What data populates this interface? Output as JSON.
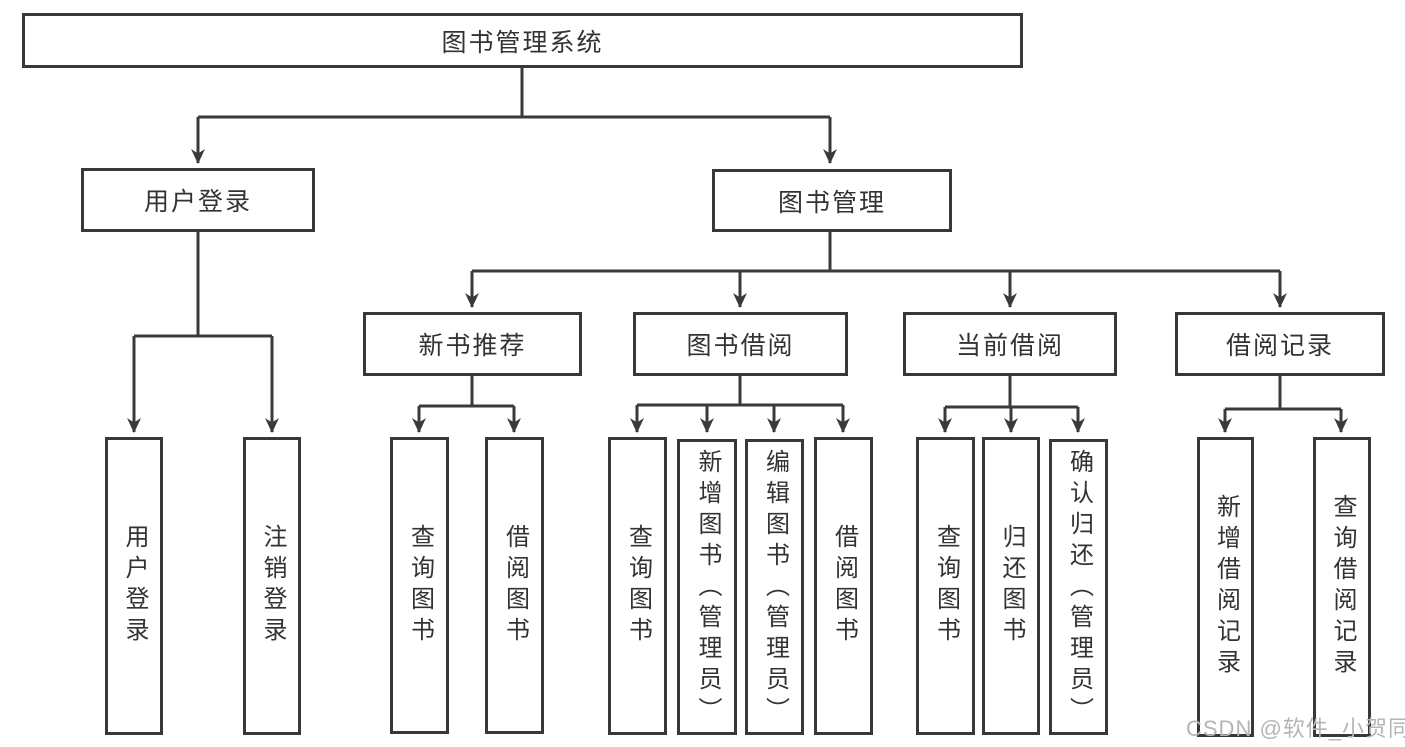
{
  "diagram": {
    "type": "tree",
    "root": {
      "label": "图书管理系统",
      "children": [
        {
          "label": "用户登录",
          "children": [
            {
              "label": "用户登录"
            },
            {
              "label": "注销登录"
            }
          ]
        },
        {
          "label": "图书管理",
          "children": [
            {
              "label": "新书推荐",
              "children": [
                {
                  "label": "查询图书"
                },
                {
                  "label": "借阅图书"
                }
              ]
            },
            {
              "label": "图书借阅",
              "children": [
                {
                  "label": "查询图书"
                },
                {
                  "label": "新增图书（管理员）"
                },
                {
                  "label": "编辑图书（管理员）"
                },
                {
                  "label": "借阅图书"
                }
              ]
            },
            {
              "label": "当前借阅",
              "children": [
                {
                  "label": "查询图书"
                },
                {
                  "label": "归还图书"
                },
                {
                  "label": "确认归还（管理员）"
                }
              ]
            },
            {
              "label": "借阅记录",
              "children": [
                {
                  "label": "新增借阅记录"
                },
                {
                  "label": "查询借阅记录"
                }
              ]
            }
          ]
        }
      ]
    }
  },
  "watermark": {
    "text": "CSDN @软件_小贺同学"
  },
  "colors": {
    "background": "#ffffff",
    "box_border": "#383838",
    "line": "#3a3a3a",
    "text": "#333333",
    "watermark": "#b5b5b5"
  }
}
